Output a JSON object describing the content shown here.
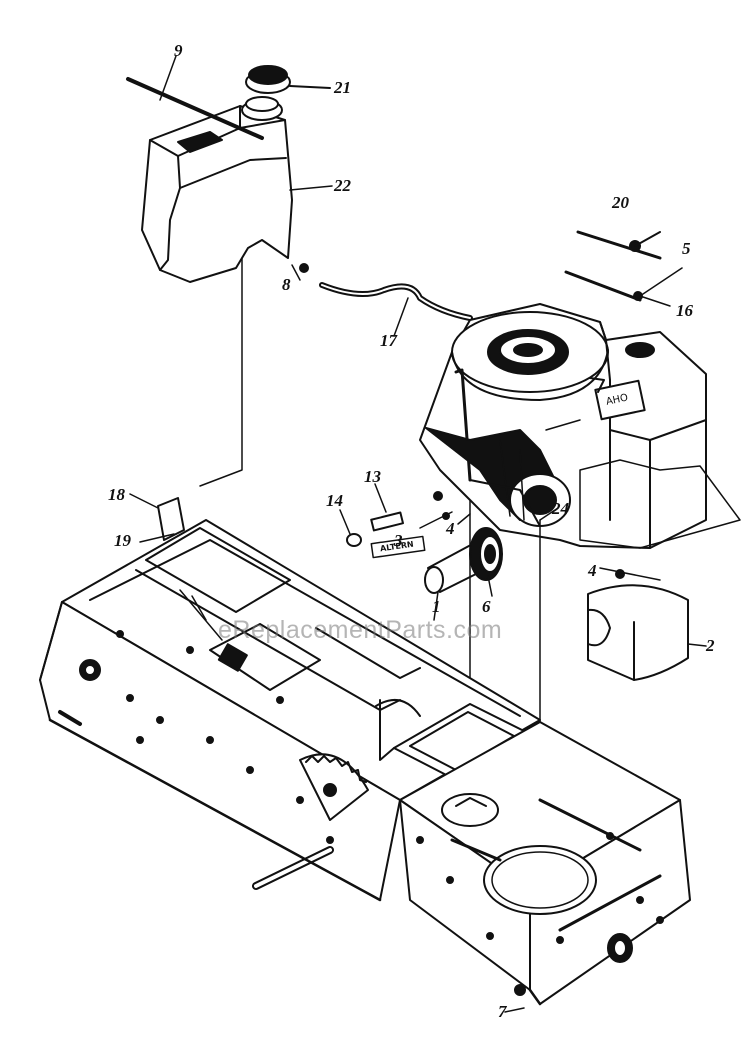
{
  "diagram": {
    "callouts": [
      {
        "id": "c9",
        "text": "9"
      },
      {
        "id": "c21",
        "text": "21"
      },
      {
        "id": "c22",
        "text": "22"
      },
      {
        "id": "c8",
        "text": "8"
      },
      {
        "id": "c17",
        "text": "17"
      },
      {
        "id": "c20",
        "text": "20"
      },
      {
        "id": "c5",
        "text": "5"
      },
      {
        "id": "c16",
        "text": "16"
      },
      {
        "id": "c13",
        "text": "13"
      },
      {
        "id": "c14",
        "text": "14"
      },
      {
        "id": "c18",
        "text": "18"
      },
      {
        "id": "c19",
        "text": "19"
      },
      {
        "id": "c24",
        "text": "24"
      },
      {
        "id": "c4a",
        "text": "4"
      },
      {
        "id": "c3",
        "text": "3"
      },
      {
        "id": "c1",
        "text": "1"
      },
      {
        "id": "c6",
        "text": "6"
      },
      {
        "id": "c4b",
        "text": "4"
      },
      {
        "id": "c2",
        "text": "2"
      },
      {
        "id": "c7",
        "text": "7"
      }
    ],
    "watermark": "eReplacementParts.com",
    "part_tag": "ALTERN"
  }
}
